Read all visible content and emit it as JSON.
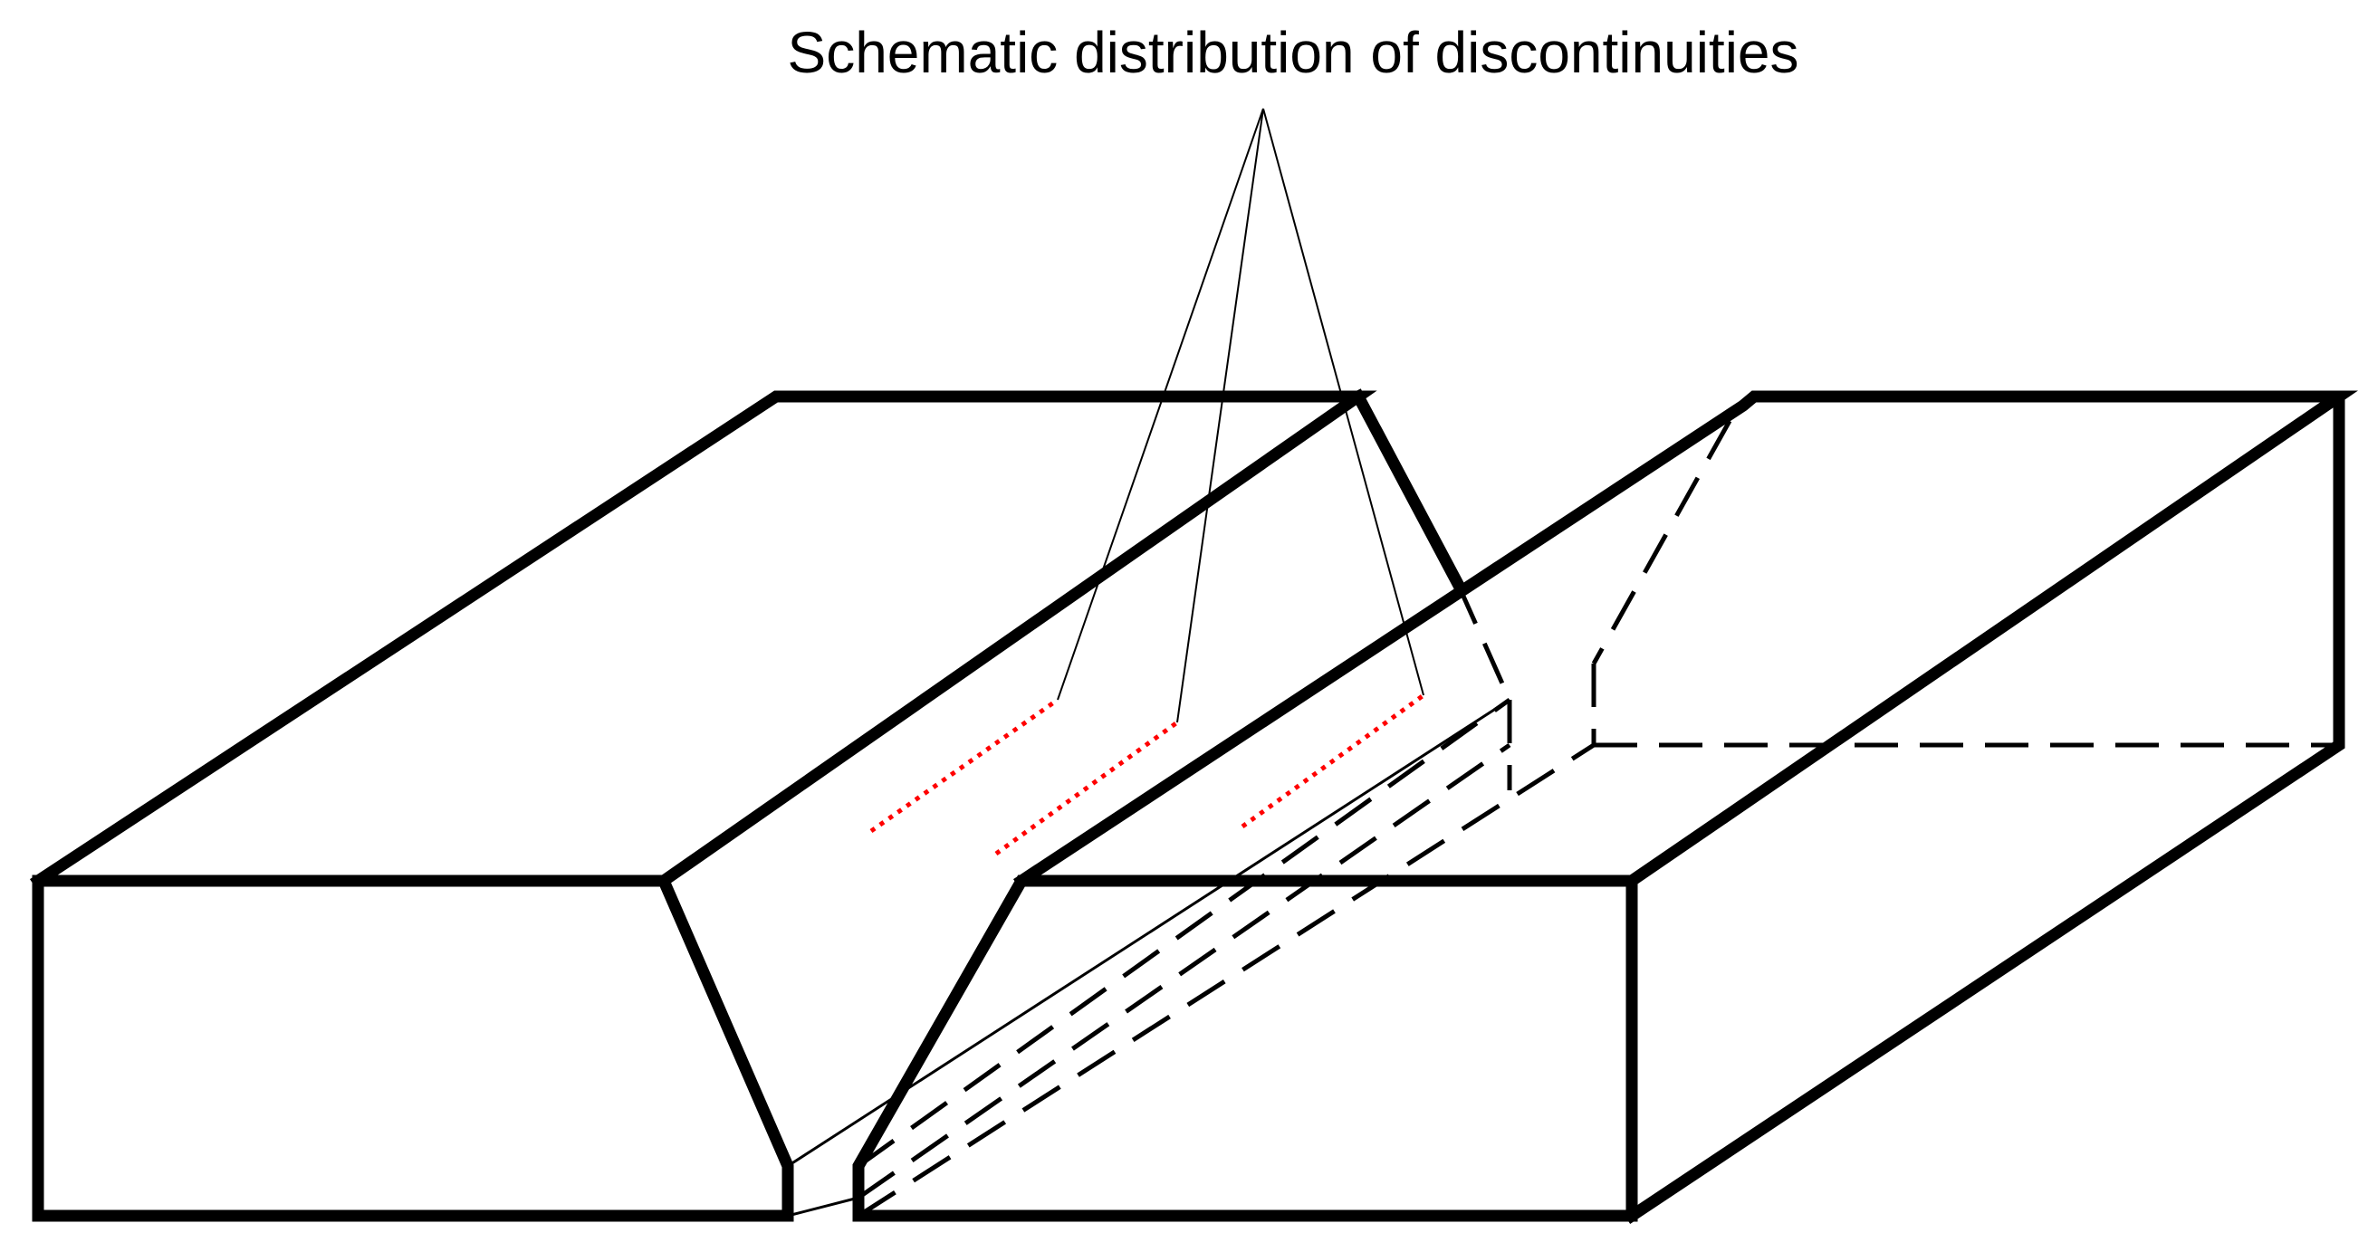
{
  "figure": {
    "caption": "Schematic distribution of discontinuities"
  },
  "colors": {
    "outline": "#000000",
    "discontinuity": "#ff0000",
    "background": "#ffffff"
  },
  "elements": {
    "left_plate": "left-plate",
    "right_plate": "right-plate",
    "discontinuity_count": 3
  }
}
